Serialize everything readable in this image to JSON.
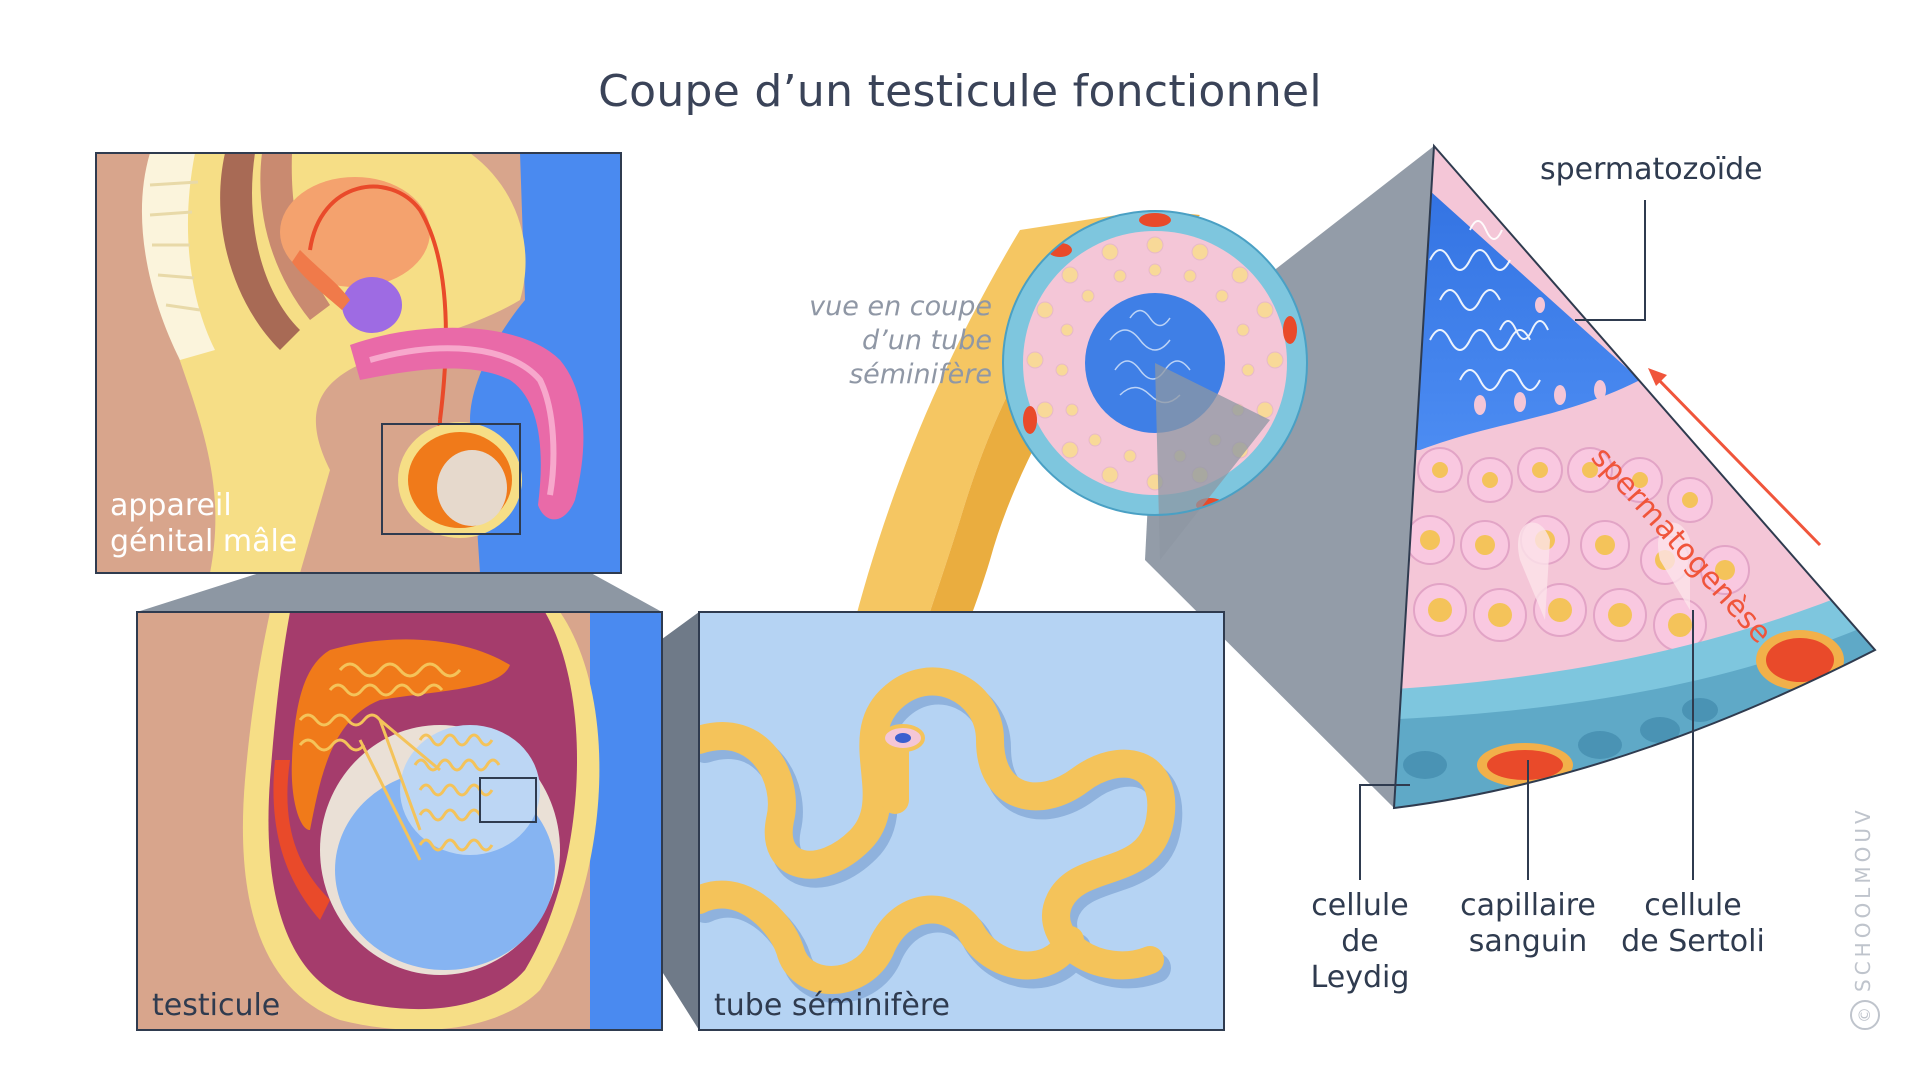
{
  "title": "Coupe d’un testicule fonctionnel",
  "panels": {
    "appareil": {
      "label_line1": "appareil",
      "label_line2": "génital mâle"
    },
    "testicule": {
      "label": "testicule"
    },
    "tube": {
      "label": "tube séminifère"
    }
  },
  "cross_section": {
    "caption_line1": "vue en coupe",
    "caption_line2": "d’un tube",
    "caption_line3": "séminifère"
  },
  "wedge_labels": {
    "spermatozoide": "spermatozoïde",
    "spermatogenese": "spermatogenèse",
    "leydig_line1": "cellule",
    "leydig_line2": "de Leydig",
    "capillaire_line1": "capillaire",
    "capillaire_line2": "sanguin",
    "sertoli_line1": "cellule",
    "sertoli_line2": "de Sertoli"
  },
  "brand": {
    "symbol": "©",
    "name": "SCHOOLMOUV"
  },
  "colors": {
    "blue_bg": "#4a8af0",
    "skin": "#d8a58c",
    "yellow_tube": "#f4c35a",
    "light_blue": "#aed0f3",
    "pink_tissue": "#f4c6d7",
    "teal_layer": "#7ec6de",
    "red_vessel": "#e94a2a",
    "purple_gland": "#9e6be3",
    "magenta_penis": "#e96aa8",
    "arrow_red": "#f0553b"
  }
}
